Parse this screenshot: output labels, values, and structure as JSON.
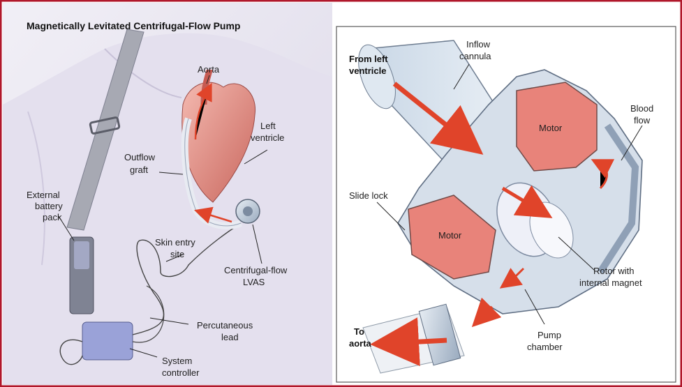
{
  "title": "Magnetically Levitated Centrifugal-Flow Pump",
  "left_panel": {
    "aorta": "Aorta",
    "left_ventricle": [
      "Left",
      "ventricle"
    ],
    "outflow_graft": [
      "Outflow",
      "graft"
    ],
    "external_battery_pack": [
      "External",
      "battery",
      "pack"
    ],
    "skin_entry_site": [
      "Skin entry",
      "site"
    ],
    "centrifugal_flow_lvas": [
      "Centrifugal-flow",
      "LVAS"
    ],
    "percutaneous_lead": [
      "Percutaneous",
      "lead"
    ],
    "system_controller": [
      "System",
      "controller"
    ]
  },
  "right_panel": {
    "from_left_ventricle": [
      "From left",
      "ventricle"
    ],
    "inflow_cannula": [
      "Inflow",
      "cannula"
    ],
    "motor_top": "Motor",
    "motor_bottom": "Motor",
    "blood_flow": [
      "Blood",
      "flow"
    ],
    "slide_lock": "Slide lock",
    "rotor": [
      "Rotor with",
      "internal magnet"
    ],
    "pump_chamber": [
      "Pump",
      "chamber"
    ],
    "to_aorta": [
      "To",
      "aorta"
    ]
  },
  "colors": {
    "frame": "#b0172b",
    "skin": "#e9e6f1",
    "motor": "#e8837a",
    "flow_arrow": "#e0442a",
    "metal": "#b9c6d6",
    "strap": "#a7a9b3"
  }
}
